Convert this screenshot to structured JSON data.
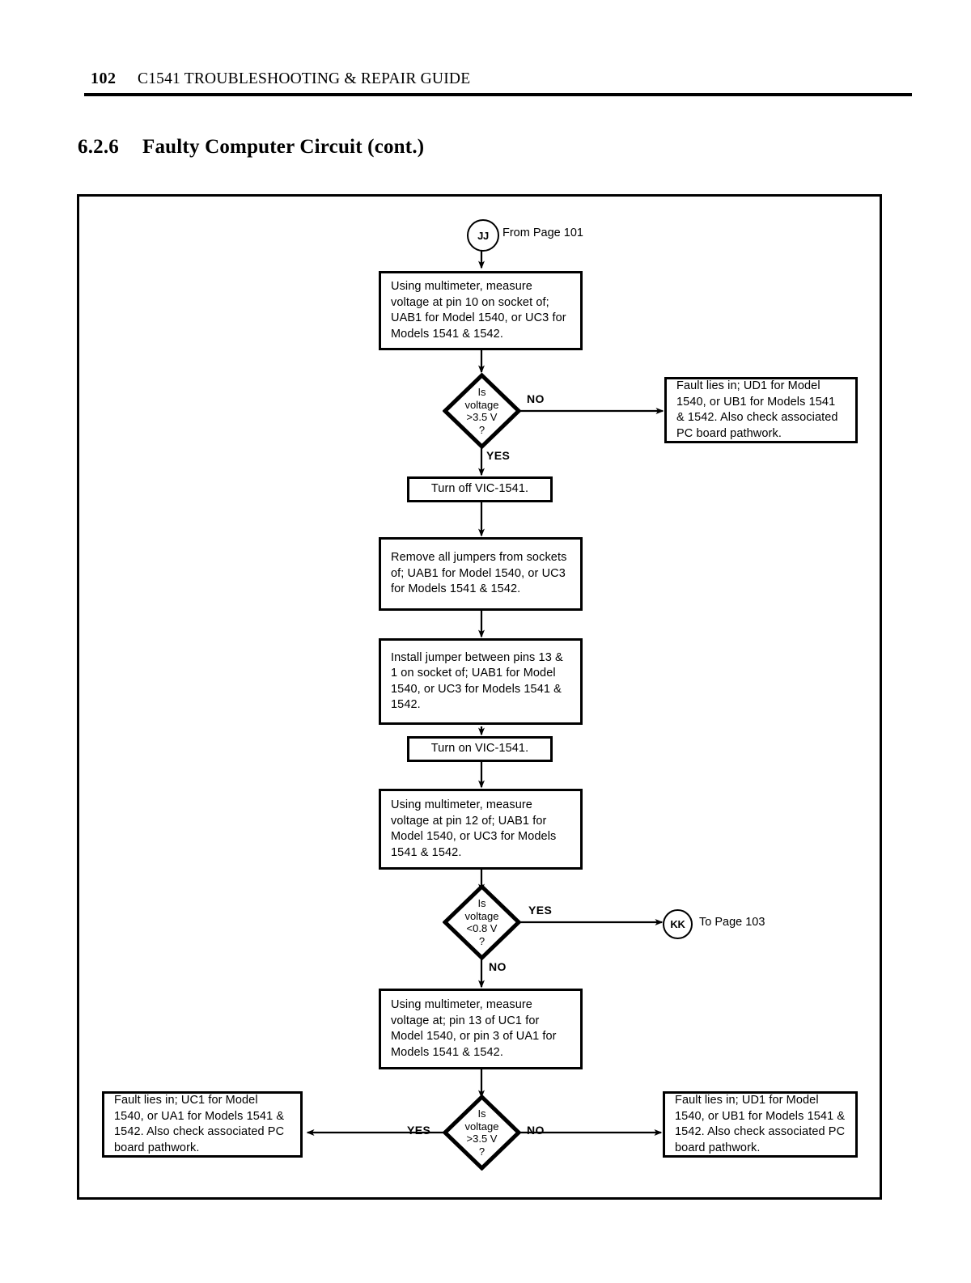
{
  "header": {
    "page_number": "102",
    "title": "C1541 TROUBLESHOOTING & REPAIR GUIDE"
  },
  "section": {
    "number": "6.2.6",
    "title": "Faulty Computer Circuit (cont.)"
  },
  "flowchart": {
    "type": "flowchart",
    "entry_connector": {
      "id": "JJ",
      "label": "From Page  101"
    },
    "exit_connector": {
      "id": "KK",
      "label": "To Page  103"
    },
    "nodes": {
      "measure_pin10": "Using multimeter, measure voltage at pin 10 on socket of; UAB1 for Model 1540, or UC3 for Models 1541 & 1542.",
      "decision1_l1": "Is",
      "decision1_l2": "voltage",
      "decision1_l3": ">3.5 V",
      "decision1_l4": "?",
      "fault_top_right": "Fault lies in; UD1 for Model 1540, or UB1 for Models 1541 & 1542.  Also check associated PC board pathwork.",
      "turn_off": "Turn off VIC-1541.",
      "remove_jumpers": "Remove all jumpers from sockets of; UAB1 for Model 1540, or UC3 for Models 1541 & 1542.",
      "install_jumper": "Install jumper between pins 13 & 1 on socket of; UAB1 for Model 1540, or UC3 for Models 1541 & 1542.",
      "turn_on": "Turn on VIC-1541.",
      "measure_pin12": "Using multimeter, measure voltage at pin 12 of; UAB1 for Model 1540, or UC3 for Models 1541 & 1542.",
      "decision2_l1": "Is",
      "decision2_l2": "voltage",
      "decision2_l3": "<0.8 V",
      "decision2_l4": "?",
      "measure_pin13": "Using multimeter, measure voltage at; pin 13 of UC1 for Model 1540, or pin 3 of UA1 for Models 1541 & 1542.",
      "decision3_l1": "Is",
      "decision3_l2": "voltage",
      "decision3_l3": ">3.5 V",
      "decision3_l4": "?",
      "fault_bottom_left": "Fault lies in; UC1 for Model 1540, or UA1 for Models 1541 & 1542.  Also check associated PC board pathwork.",
      "fault_bottom_right": "Fault lies in; UD1 for Model 1540, or UB1 for Models 1541 & 1542.  Also check associated PC board pathwork."
    },
    "branch_labels": {
      "d1_no": "NO",
      "d1_yes": "YES",
      "d2_yes": "YES",
      "d2_no": "NO",
      "d3_yes": "YES",
      "d3_no": "NO"
    }
  }
}
